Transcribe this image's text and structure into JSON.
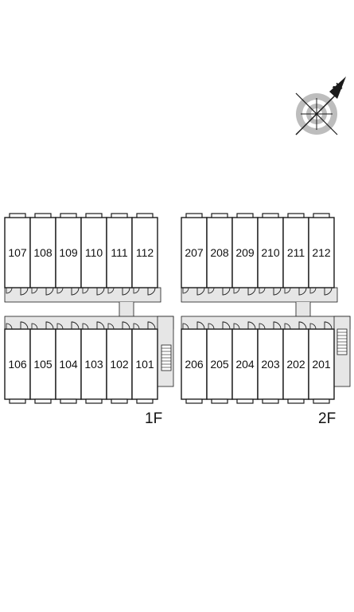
{
  "compass": {
    "north_label": "N",
    "icon": "compass-north-arrow-icon"
  },
  "floors": [
    {
      "label": "1F",
      "top_row": [
        "107",
        "108",
        "109",
        "110",
        "111",
        "112"
      ],
      "bottom_row": [
        "106",
        "105",
        "104",
        "103",
        "102",
        "101"
      ]
    },
    {
      "label": "2F",
      "top_row": [
        "207",
        "208",
        "209",
        "210",
        "211",
        "212"
      ],
      "bottom_row": [
        "206",
        "205",
        "204",
        "203",
        "202",
        "201"
      ]
    }
  ],
  "colors": {
    "corridor": "#e6e6e6",
    "line": "#1a1a1a",
    "background": "#ffffff"
  }
}
